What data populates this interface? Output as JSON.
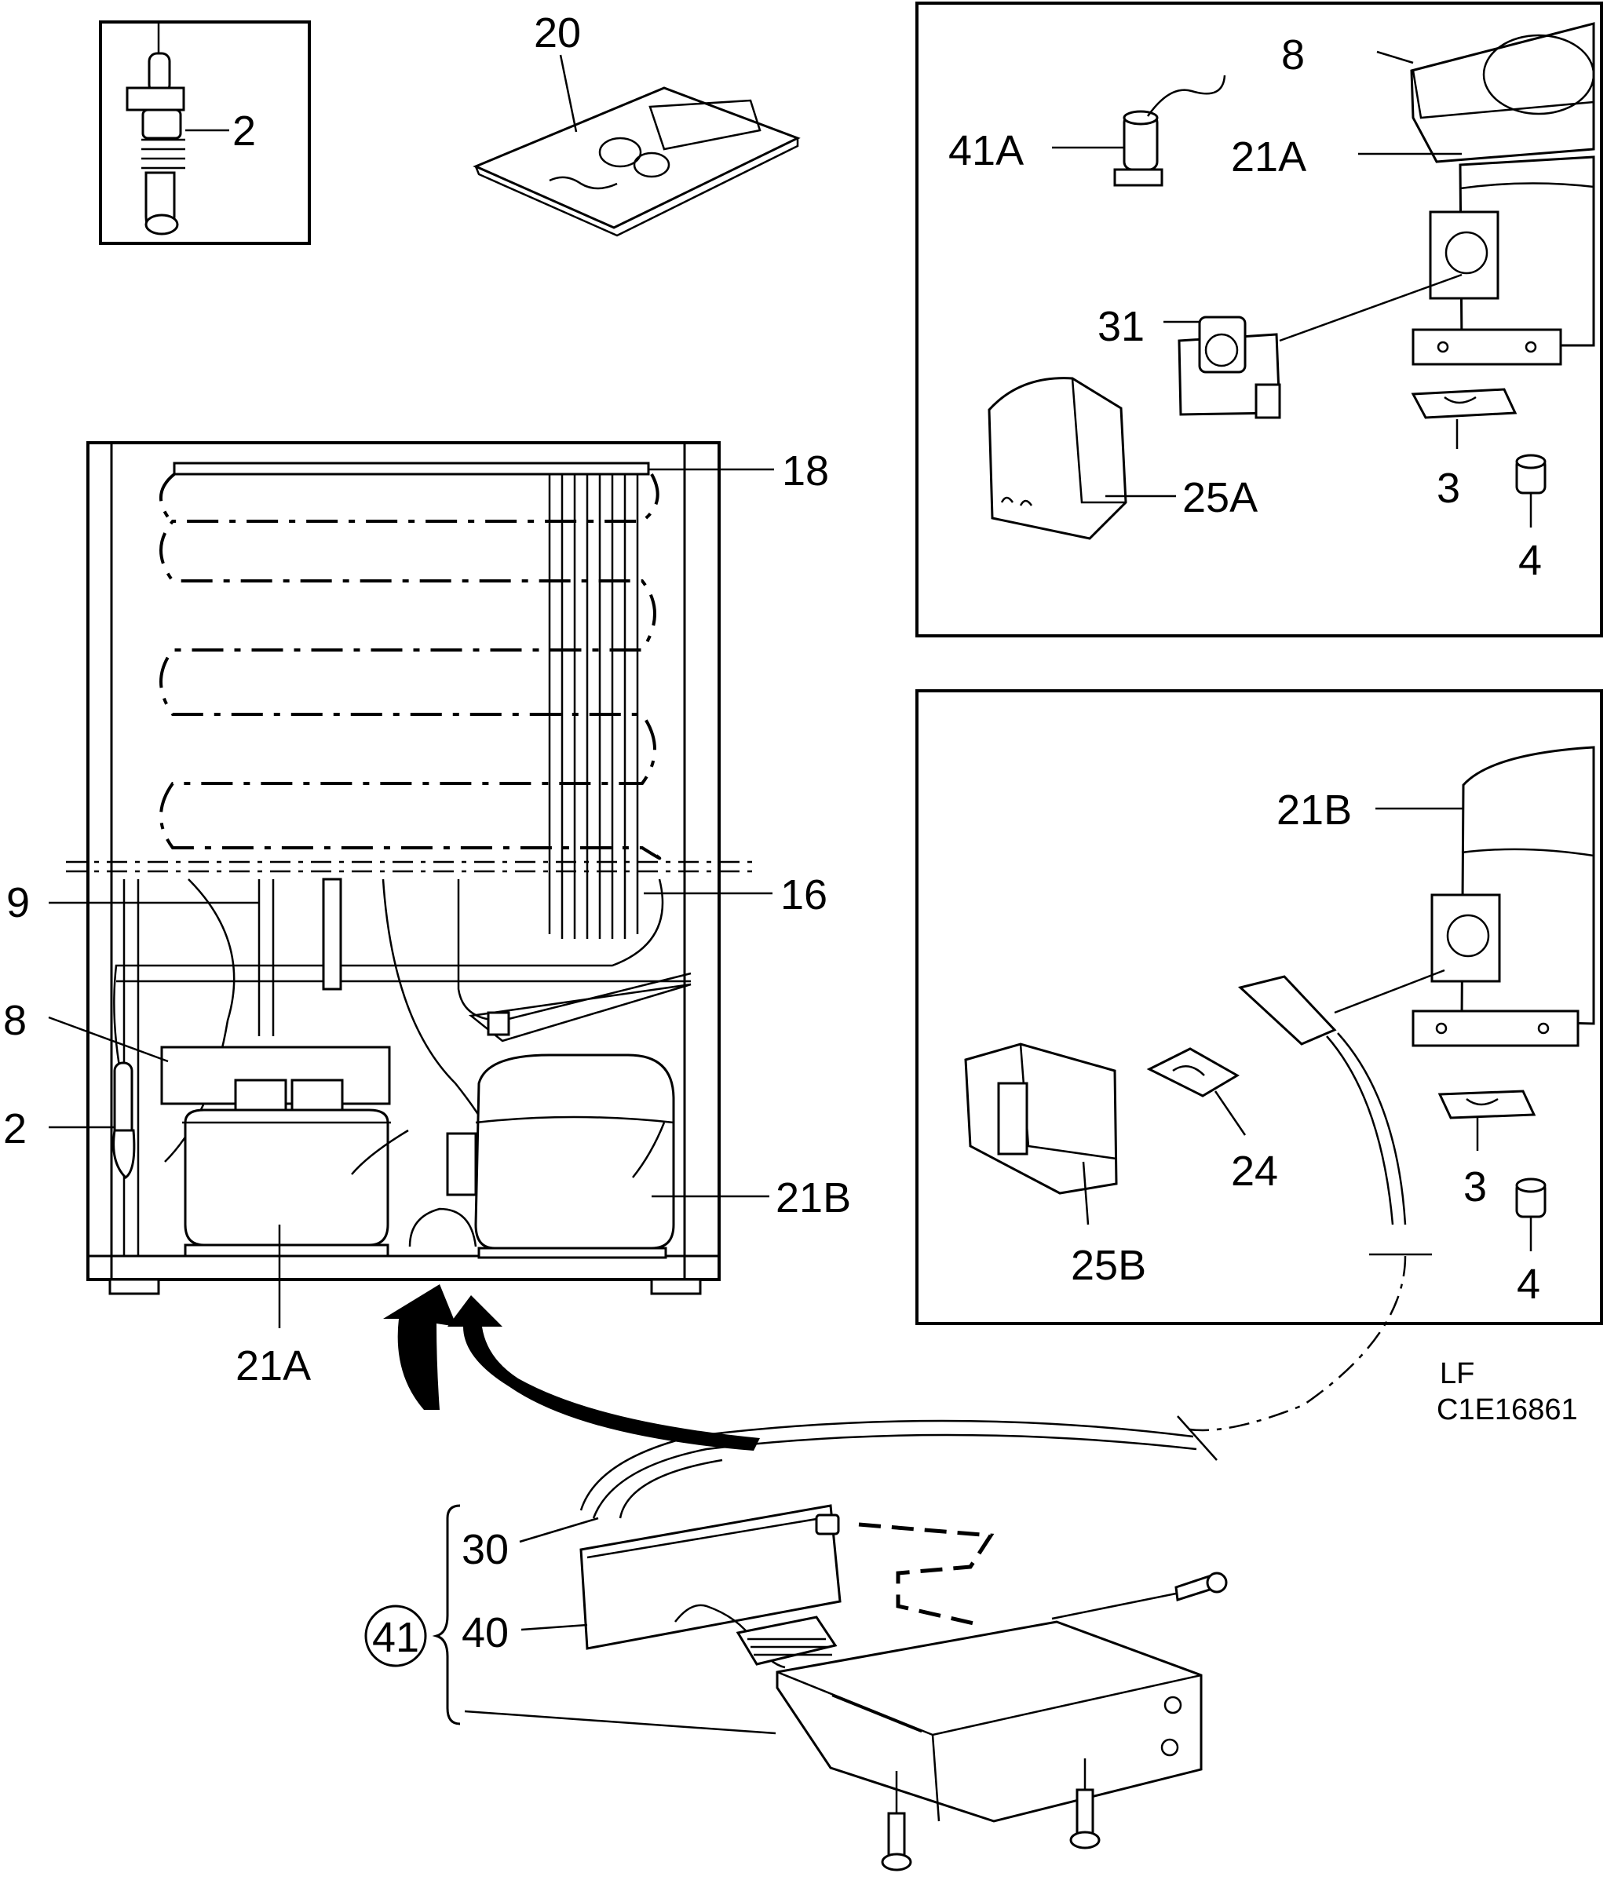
{
  "labels": {
    "l2_top": "2",
    "l20": "20",
    "l8_top": "8",
    "l41A": "41A",
    "l21A_top": "21A",
    "l31": "31",
    "l25A": "25A",
    "l3_top": "3",
    "l4_top": "4",
    "l18": "18",
    "l16": "16",
    "l9": "9",
    "l8_left": "8",
    "l2_left": "2",
    "l21B_main": "21B",
    "l21A_main": "21A",
    "l21B_box": "21B",
    "l24": "24",
    "l25B": "25B",
    "l3_box": "3",
    "l4_box": "4",
    "l30": "30",
    "l40": "40",
    "l41": "41"
  },
  "reference": {
    "line1": "LF",
    "line2": "C1E16861"
  }
}
